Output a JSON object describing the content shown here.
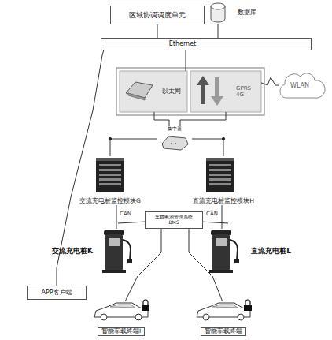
{
  "diagram": {
    "nodes": [
      {
        "text": [
          "区域协调调度单元"
        ]
      },
      {
        "text": [
          "数据库"
        ]
      },
      {
        "text": [
          "Ethernet"
        ]
      },
      {
        "text": [
          "以太网"
        ]
      },
      {
        "text": [
          "GPRS 4G"
        ]
      },
      {
        "text": [
          "WLAN"
        ]
      },
      {
        "text": [
          "集中器"
        ]
      },
      {
        "text": [
          "交流充电桩监控模块G"
        ]
      },
      {
        "text": [
          "直流充电桩监控模块H"
        ]
      },
      {
        "text": [
          "车载电池管理系统 BMS"
        ]
      },
      {
        "text": [
          "交流充电桩K"
        ]
      },
      {
        "text": [
          "直流充电桩L"
        ]
      },
      {
        "text": [
          "APP客户端"
        ]
      },
      {
        "text": [
          "智能车载终端I"
        ]
      },
      {
        "text": [
          "智能车载终端"
        ]
      }
    ],
    "edges": [
      {
        "from": 0,
        "to": 2,
        "arrow": "none"
      },
      {
        "from": 1,
        "to": 2,
        "arrow": "none"
      },
      {
        "from": 2,
        "to": 3,
        "arrow": "none"
      },
      {
        "from": 2,
        "to": 12,
        "arrow": "none"
      },
      {
        "from": 4,
        "to": 5,
        "arrow": "none"
      },
      {
        "from": 3,
        "to": 6,
        "arrow": "none"
      },
      {
        "from": 4,
        "to": 6,
        "arrow": "none"
      },
      {
        "from": 6,
        "to": 7,
        "arrow": "none"
      },
      {
        "from": 6,
        "to": 8,
        "arrow": "none"
      },
      {
        "from": 7,
        "to": 10,
        "label": "CAN",
        "arrow": "none"
      },
      {
        "from": 8,
        "to": 11,
        "label": "CAN",
        "arrow": "none"
      },
      {
        "from": 10,
        "to": 9,
        "arrow": "none"
      },
      {
        "from": 11,
        "to": 9,
        "arrow": "none"
      },
      {
        "from": 9,
        "to": 13,
        "arrow": "none"
      },
      {
        "from": 9,
        "to": 14,
        "arrow": "none"
      }
    ]
  }
}
